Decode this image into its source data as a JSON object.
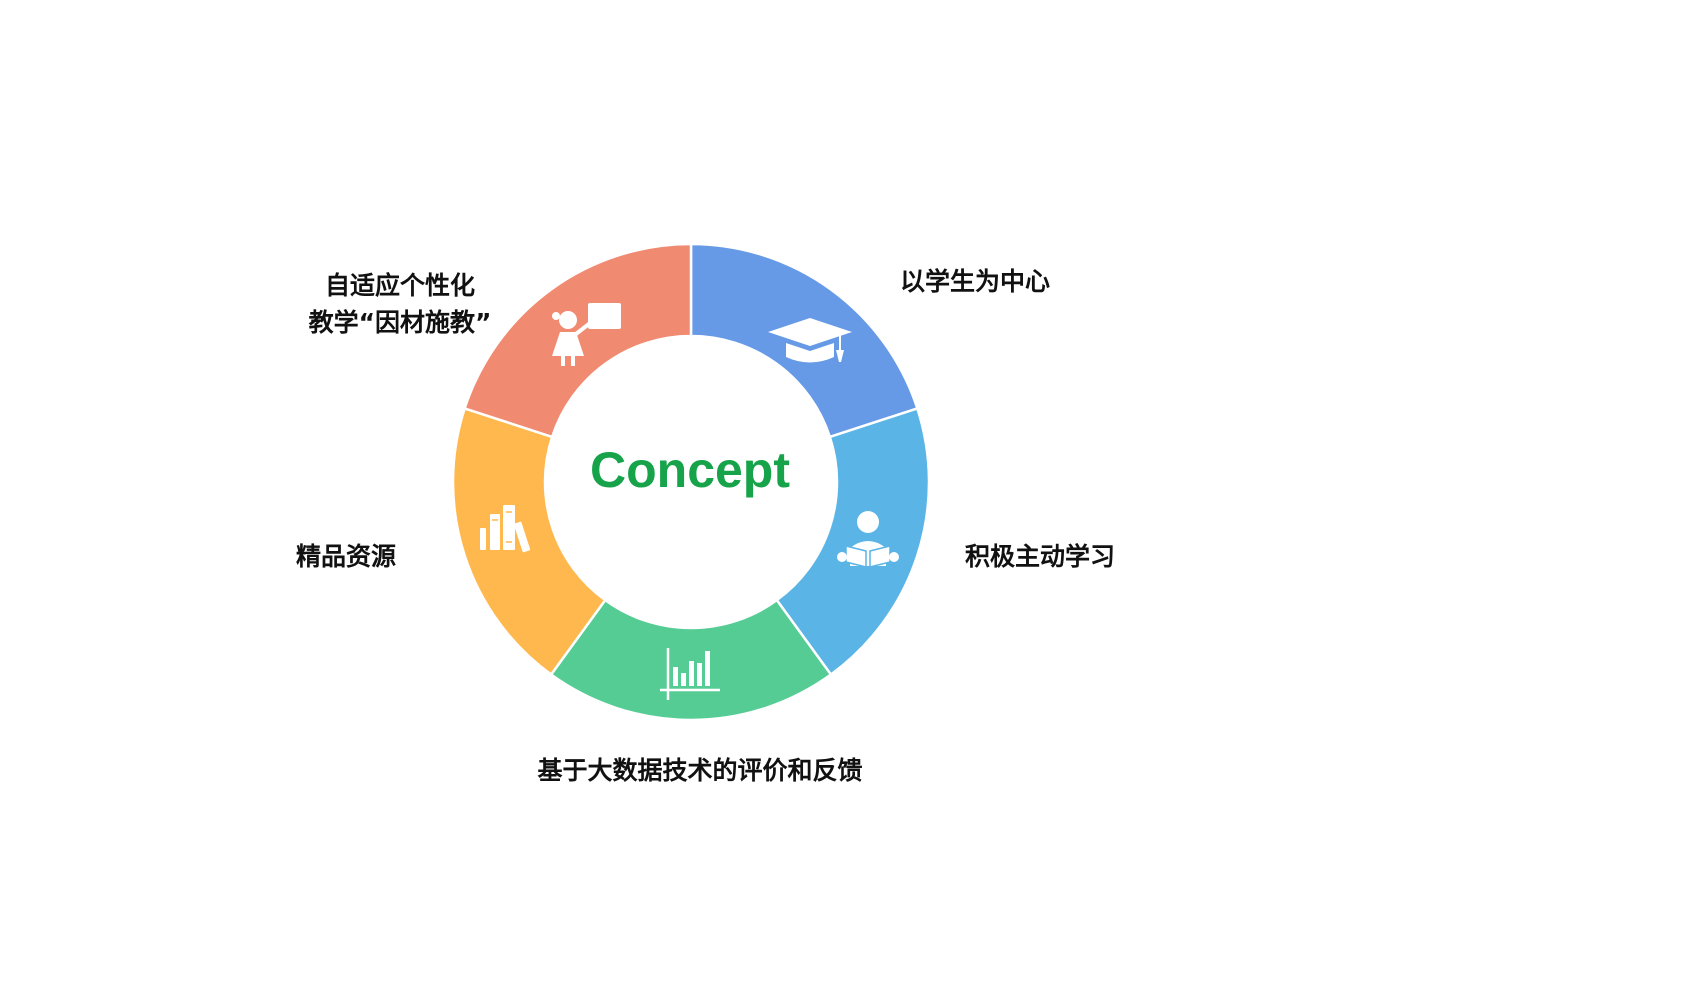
{
  "center": {
    "title": "Concept",
    "color": "#16a34a"
  },
  "segments": [
    {
      "id": "student-centered",
      "label_lines": [
        "以学生为中心"
      ],
      "color": "#6699e6",
      "icon": "graduation-cap-icon"
    },
    {
      "id": "active-learning",
      "label_lines": [
        "积极主动学习"
      ],
      "color": "#5ab5e6",
      "icon": "reading-student-icon"
    },
    {
      "id": "evaluation",
      "label_lines": [
        "基于大数据技术的评价和反馈"
      ],
      "color": "#55cc94",
      "icon": "bar-chart-icon"
    },
    {
      "id": "quality-resources",
      "label_lines": [
        "精品资源"
      ],
      "color": "#ffb84d",
      "icon": "books-icon"
    },
    {
      "id": "adaptive",
      "label_lines": [
        "自适应个性化",
        "教学“因材施教”"
      ],
      "color": "#f08a70",
      "icon": "teacher-icon"
    }
  ]
}
